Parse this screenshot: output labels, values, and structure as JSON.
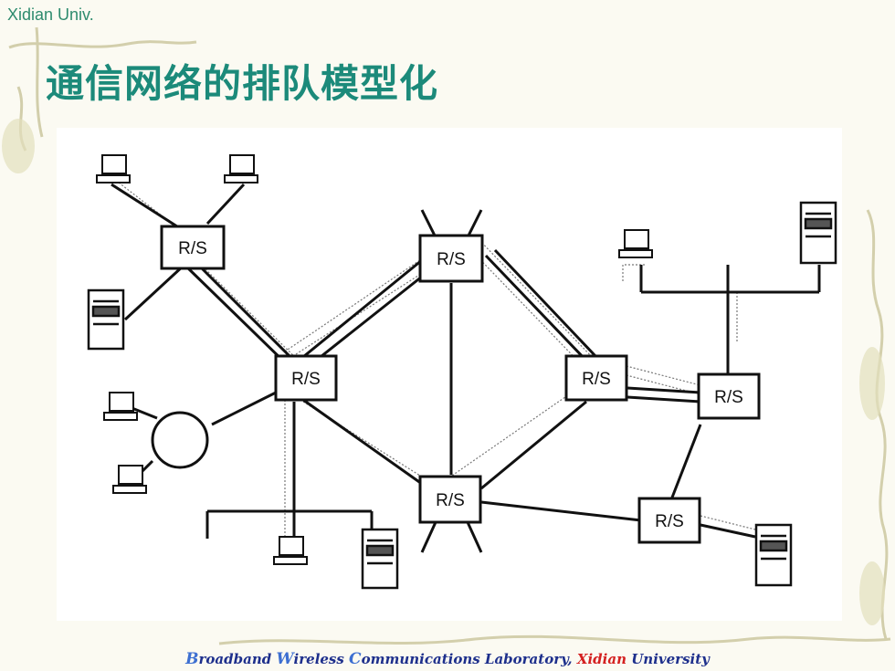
{
  "header": {
    "label": "Xidian Univ."
  },
  "slide": {
    "title": "通信网络的排队模型化"
  },
  "diagram": {
    "node_label": "R/S",
    "nodes": [
      "R/S",
      "R/S",
      "R/S",
      "R/S",
      "R/S",
      "R/S",
      "R/S"
    ]
  },
  "footer": {
    "b": "B",
    "roadband": "roadband ",
    "w": "W",
    "ireless": "ireless ",
    "c": "C",
    "ommunications": "ommunications Laboratory, ",
    "xidian": "Xidian",
    "u": " University"
  }
}
